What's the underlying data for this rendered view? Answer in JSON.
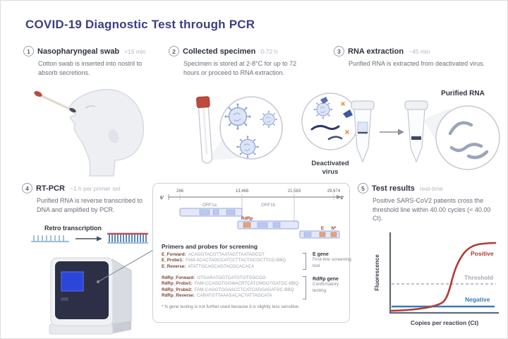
{
  "title": "COVID-19 Diagnostic Test through PCR",
  "steps": [
    {
      "num": "1",
      "title": "Nasopharyngeal swab",
      "time": "<15 min",
      "desc": "Cotton swab is inserted into nostril to absorb secretions."
    },
    {
      "num": "2",
      "title": "Collected specimen",
      "time": "0-72 h",
      "desc": "Specimen is stored at 2-8°C for up to 72 hours or proceed to RNA extraction."
    },
    {
      "num": "3",
      "title": "RNA extraction",
      "time": "~45 min",
      "desc": "Purified RNA is extracted from deactivated virus."
    },
    {
      "num": "4",
      "title": "RT-PCR",
      "time": "~1 h per primer set",
      "desc": "Purified RNA is reverse transcribed to DNA and amplified by PCR."
    },
    {
      "num": "5",
      "title": "Test results",
      "time": "real-time",
      "desc": "Positive SARS-CoV2 patients cross the threshold line within 40.00 cycles (< 40.00 Ct)."
    }
  ],
  "labels": {
    "retro_transcription": "Retro transcription",
    "deactivated_virus_line1": "Deactivated",
    "deactivated_virus_line2": "virus",
    "purified_rna": "Purified RNA"
  },
  "genome_map": {
    "five_prime": "5'",
    "three_prime": "3'",
    "positions": [
      "266",
      "13,468",
      "21,563",
      "29,674"
    ],
    "orf1a": "ORF1a",
    "orf1b": "ORF1b",
    "rdrp": "RdRp",
    "e_gene": "E",
    "n_gene": "N*"
  },
  "primers_box": {
    "heading": "Primers and probes for screening",
    "e_set": [
      {
        "label": "E_Forward:",
        "seq": "ACAGGTACGTTAATAGTTAATAGCGT"
      },
      {
        "label": "E_Probe1:",
        "seq": "FAM-ACACTAGCCATCCTTACTGCGCTTCG-BBQ"
      },
      {
        "label": "E_Reverse:",
        "seq": "ATATTGCAGCAGTACGCACACA"
      }
    ],
    "e_gene_title": "E gene",
    "e_gene_sub": "First-line screening tool",
    "rdrp_set": [
      {
        "label": "RdRp_Forward:",
        "seq": "GTGARATGGTCATGTGTGGCGG"
      },
      {
        "label": "RdRp_Probe1:",
        "seq": "FAM-CCAGGTGGWACRTCATCMGGTGATGC-BBQ"
      },
      {
        "label": "RdRp_Probe2:",
        "seq": "FAM-CAGGTGGAACCTCATCAGGAGATGC-BBQ"
      },
      {
        "label": "RdRp_Reverse:",
        "seq": "CARATGTTAAASACACTATTAGCATA"
      }
    ],
    "rdrp_gene_title": "RdRp gene",
    "rdrp_gene_sub": "Confirmatory testing",
    "footnote": "* N gene testing is not further used because it is slightly less sensitive."
  },
  "chart_data": {
    "type": "line",
    "xlabel": "Copies per reaction (Ct)",
    "ylabel": "Fluorescence",
    "series": [
      {
        "name": "Positive",
        "shape": "sigmoid amplification curve rising above threshold",
        "color": "#b23b35"
      },
      {
        "name": "Negative",
        "shape": "flat line near zero fluorescence",
        "color": "#3b79b8"
      },
      {
        "name": "Threshold",
        "shape": "horizontal dashed reference line",
        "color": "#a7abb2"
      }
    ],
    "legend_position": "inline-right",
    "grid": false
  },
  "colors": {
    "title": "#3b3f80",
    "positive": "#b23b35",
    "negative": "#3b79b8",
    "threshold": "#a7abb2",
    "gene_highlight": "#e5a37c",
    "gene_label": "#9c3b32",
    "bar_fill": "#e3e8f8",
    "bar_stroke": "#97a5de"
  }
}
